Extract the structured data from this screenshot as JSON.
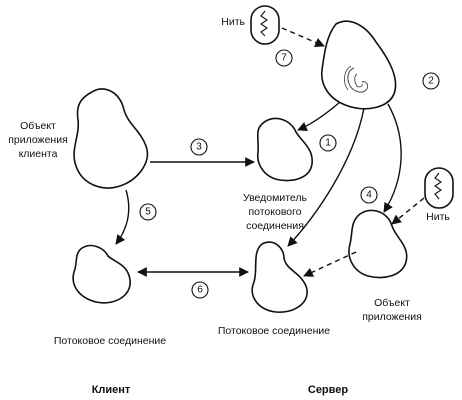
{
  "labels": {
    "client_object": [
      "Объект",
      "приложения",
      "клиента"
    ],
    "thread_top": "Нить",
    "thread_right": "Нить",
    "notifier": [
      "Уведомитель",
      "потокового",
      "соединения"
    ],
    "app_object": [
      "Объект",
      "приложения"
    ],
    "client_stream": "Потоковое соединение",
    "server_stream": "Потоковое соединение",
    "client_side": "Клиент",
    "server_side": "Сервер"
  },
  "steps": [
    "1",
    "2",
    "3",
    "4",
    "5",
    "6",
    "7"
  ],
  "icons": {
    "thread": "thread-icon",
    "ear": "ear-icon"
  }
}
